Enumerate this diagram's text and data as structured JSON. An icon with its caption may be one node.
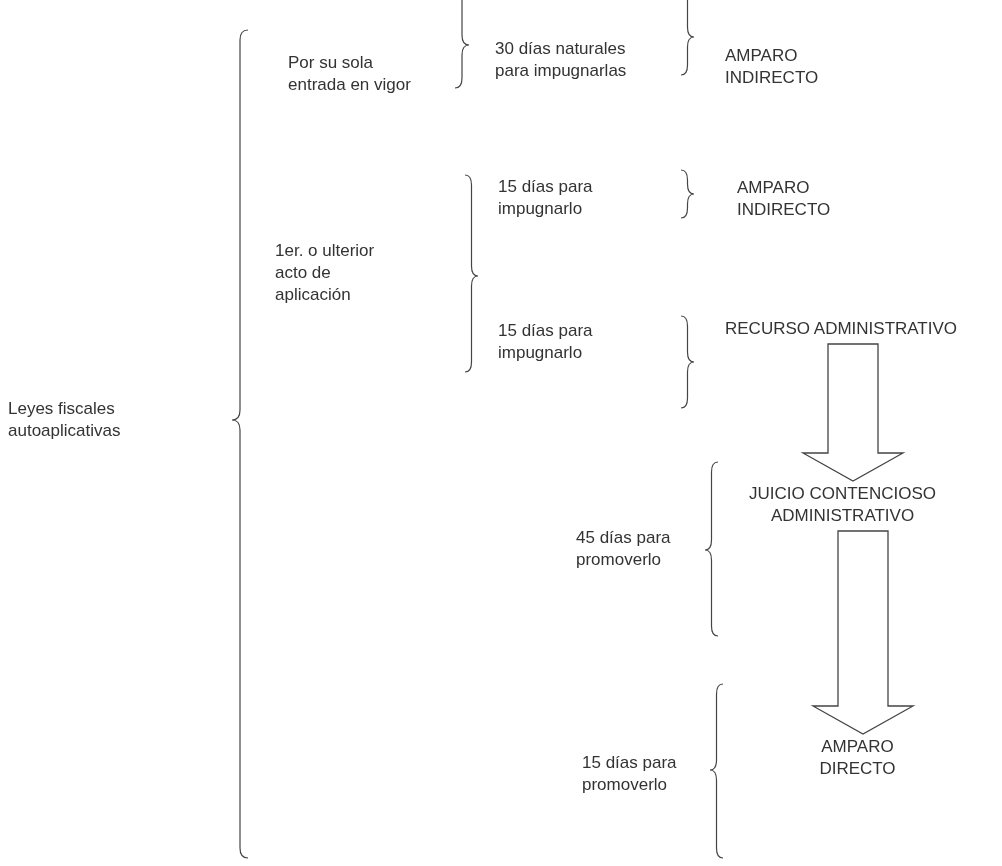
{
  "diagram": {
    "nodes": [
      {
        "text": [
          "RECURSO ADMINISTRATIVO"
        ]
      },
      {
        "text": [
          "JUICIO CONTENCIOSO ADMINISTRATIVO"
        ]
      },
      {
        "text": [
          "AMPARO DIRECTO"
        ]
      }
    ],
    "edges": [
      {
        "from": 0,
        "to": 1,
        "arrow": "to"
      },
      {
        "from": 1,
        "to": 2,
        "arrow": "to"
      }
    ],
    "labels": [
      "Leyes fiscales autoaplicativas",
      "Por su sola entrada en vigor",
      "30 días naturales para impugnarlas",
      "AMPARO INDIRECTO",
      "1er. o ulterior acto de aplicación",
      "15 días para impugnarlo",
      "AMPARO INDIRECTO",
      "15 días para impugnarlo",
      "45 días para promoverlo",
      "15 días para promoverlo"
    ]
  }
}
